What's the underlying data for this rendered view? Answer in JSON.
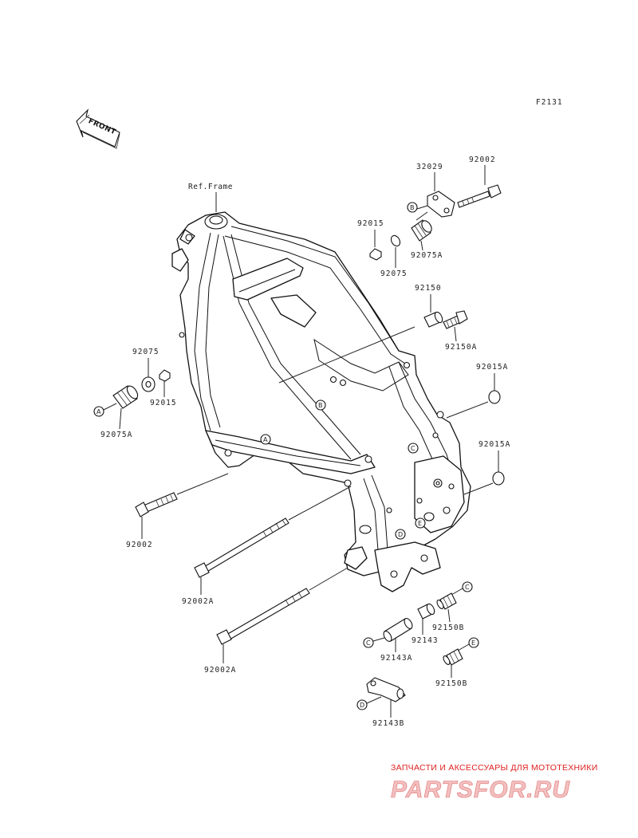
{
  "diagram": {
    "code": "F2131",
    "front_label": "FRONT",
    "ref_frame": "Ref.Frame",
    "parts": {
      "p32029": "32029",
      "p92002_top": "92002",
      "p92015_top": "92015",
      "p92075A_top": "92075A",
      "p92075_top": "92075",
      "p92150": "92150",
      "p92150A": "92150A",
      "p92075_left": "92075",
      "p92015_left": "92015",
      "p92075A_left": "92075A",
      "p92015A_1": "92015A",
      "p92015A_2": "92015A",
      "p92002_left": "92002",
      "p92002A_1": "92002A",
      "p92002A_2": "92002A",
      "p92150B_1": "92150B",
      "p92143": "92143",
      "p92143A": "92143A",
      "p92150B_2": "92150B",
      "p92143B": "92143B"
    },
    "callouts": {
      "A": "A",
      "B": "B",
      "C": "C",
      "D": "D",
      "E": "E"
    }
  },
  "watermark": {
    "caption": "ЗАПЧАСТИ И АКСЕССУАРЫ ДЛЯ МОТОТЕХНИКИ",
    "brand": "PARTSFOR.RU"
  }
}
